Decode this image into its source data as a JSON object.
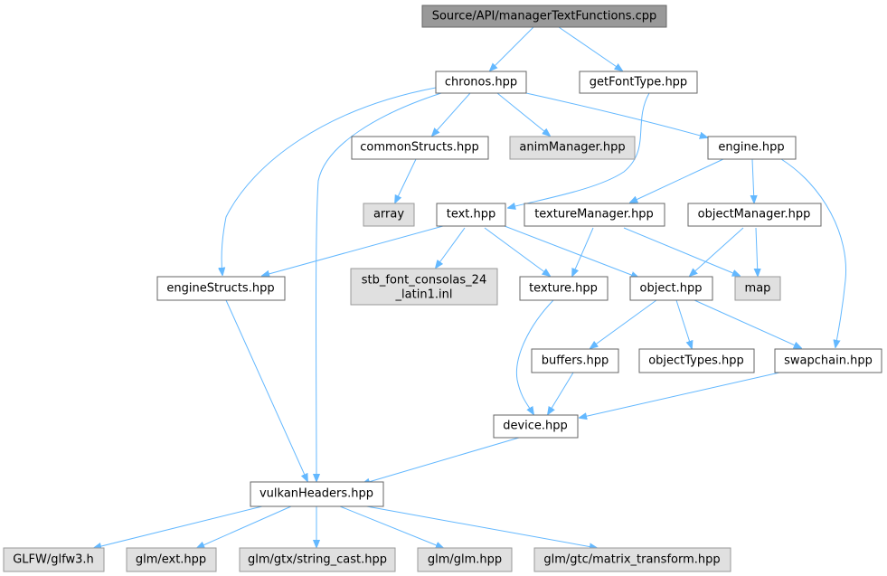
{
  "colors": {
    "edge": "#63b8ff",
    "root_fill": "#999999",
    "external_fill": "#e0e0e0",
    "normal_fill": "#ffffff",
    "border": "#666666"
  },
  "nodes": {
    "root": {
      "label": "Source/API/managerTextFunctions.cpp",
      "kind": "root"
    },
    "chronos": {
      "label": "chronos.hpp",
      "kind": "normal"
    },
    "getFontType": {
      "label": "getFontType.hpp",
      "kind": "normal"
    },
    "commonStructs": {
      "label": "commonStructs.hpp",
      "kind": "normal"
    },
    "animManager": {
      "label": "animManager.hpp",
      "kind": "external"
    },
    "engine": {
      "label": "engine.hpp",
      "kind": "normal"
    },
    "array": {
      "label": "array",
      "kind": "external"
    },
    "text": {
      "label": "text.hpp",
      "kind": "normal"
    },
    "textureManager": {
      "label": "textureManager.hpp",
      "kind": "normal"
    },
    "objectManager": {
      "label": "objectManager.hpp",
      "kind": "normal"
    },
    "engineStructs": {
      "label": "engineStructs.hpp",
      "kind": "normal"
    },
    "stbFont1": {
      "label": "stb_font_consolas_24",
      "kind": "external"
    },
    "stbFont2": {
      "label": "_latin1.inl",
      "kind": "external"
    },
    "texture": {
      "label": "texture.hpp",
      "kind": "normal"
    },
    "object": {
      "label": "object.hpp",
      "kind": "normal"
    },
    "map": {
      "label": "map",
      "kind": "external"
    },
    "buffers": {
      "label": "buffers.hpp",
      "kind": "normal"
    },
    "objectTypes": {
      "label": "objectTypes.hpp",
      "kind": "normal"
    },
    "swapchain": {
      "label": "swapchain.hpp",
      "kind": "normal"
    },
    "device": {
      "label": "device.hpp",
      "kind": "normal"
    },
    "vulkanHeaders": {
      "label": "vulkanHeaders.hpp",
      "kind": "normal"
    },
    "glfw": {
      "label": "GLFW/glfw3.h",
      "kind": "external"
    },
    "glmExt": {
      "label": "glm/ext.hpp",
      "kind": "external"
    },
    "glmStringCast": {
      "label": "glm/gtx/string_cast.hpp",
      "kind": "external"
    },
    "glmGlm": {
      "label": "glm/glm.hpp",
      "kind": "external"
    },
    "glmMatrix": {
      "label": "glm/gtc/matrix_transform.hpp",
      "kind": "external"
    }
  },
  "edges": [
    [
      "root",
      "chronos"
    ],
    [
      "root",
      "getFontType"
    ],
    [
      "chronos",
      "commonStructs"
    ],
    [
      "chronos",
      "animManager"
    ],
    [
      "chronos",
      "engine"
    ],
    [
      "chronos",
      "engineStructs"
    ],
    [
      "chronos",
      "vulkanHeaders"
    ],
    [
      "getFontType",
      "text"
    ],
    [
      "commonStructs",
      "array"
    ],
    [
      "engine",
      "textureManager"
    ],
    [
      "engine",
      "objectManager"
    ],
    [
      "engine",
      "swapchain"
    ],
    [
      "text",
      "engineStructs"
    ],
    [
      "text",
      "stb"
    ],
    [
      "text",
      "texture"
    ],
    [
      "text",
      "object"
    ],
    [
      "textureManager",
      "texture"
    ],
    [
      "textureManager",
      "map"
    ],
    [
      "objectManager",
      "object"
    ],
    [
      "objectManager",
      "map"
    ],
    [
      "engineStructs",
      "vulkanHeaders"
    ],
    [
      "texture",
      "device"
    ],
    [
      "object",
      "buffers"
    ],
    [
      "object",
      "objectTypes"
    ],
    [
      "object",
      "swapchain"
    ],
    [
      "buffers",
      "device"
    ],
    [
      "swapchain",
      "device"
    ],
    [
      "device",
      "vulkanHeaders"
    ],
    [
      "vulkanHeaders",
      "glfw"
    ],
    [
      "vulkanHeaders",
      "glmExt"
    ],
    [
      "vulkanHeaders",
      "glmStringCast"
    ],
    [
      "vulkanHeaders",
      "glmGlm"
    ],
    [
      "vulkanHeaders",
      "glmMatrix"
    ]
  ]
}
